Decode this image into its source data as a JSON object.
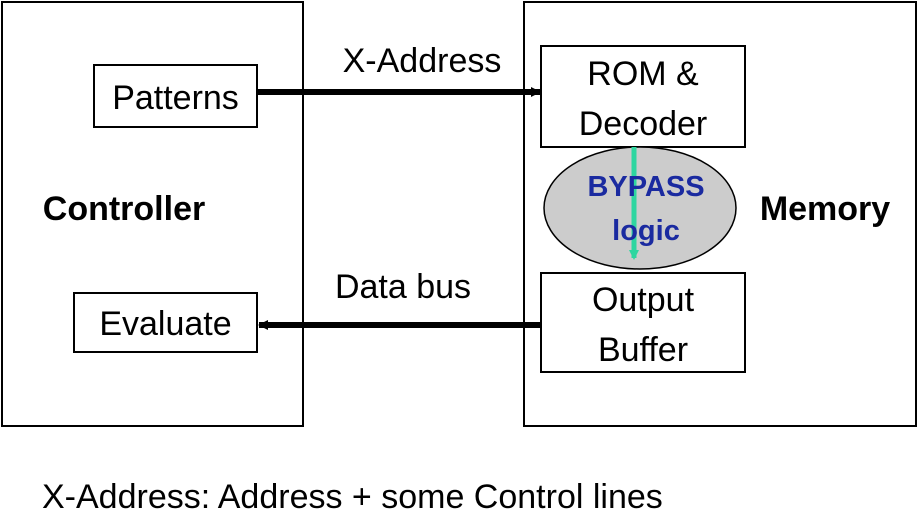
{
  "controller": {
    "label": "Controller",
    "patterns_label": "Patterns",
    "evaluate_label": "Evaluate"
  },
  "memory": {
    "label": "Memory",
    "rom_decoder_line1": "ROM &",
    "rom_decoder_line2": "Decoder",
    "bypass_line1": "BYPASS",
    "bypass_line2": "logic",
    "output_buffer_line1": "Output",
    "output_buffer_line2": "Buffer"
  },
  "connections": {
    "x_address_label": "X-Address",
    "data_bus_label": "Data bus"
  },
  "footnote": "X-Address: Address + some Control lines",
  "colors": {
    "bypass_fill": "#cccccc",
    "bypass_text": "#1a2aa0",
    "bypass_arrow": "#2ed6a0",
    "line": "#000000"
  }
}
